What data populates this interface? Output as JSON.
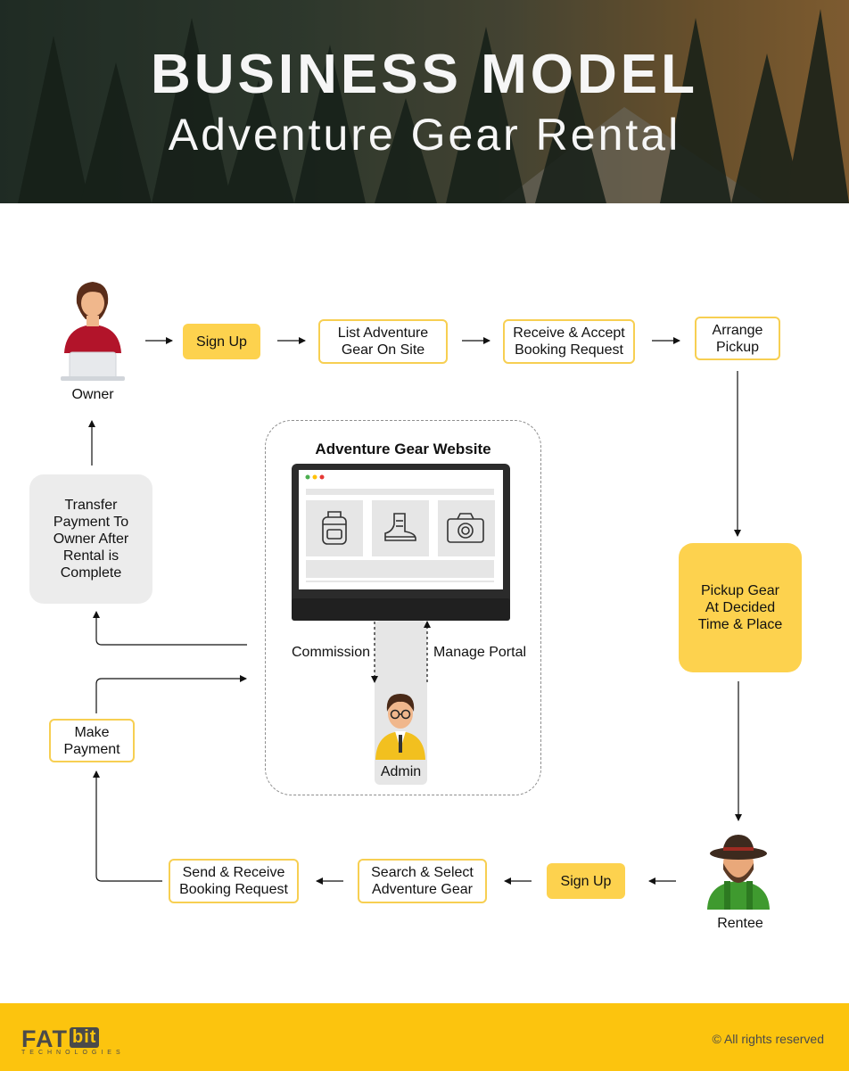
{
  "header": {
    "title": "BUSINESS MODEL",
    "subtitle": "Adventure Gear Rental"
  },
  "owner_flow": {
    "actor": "Owner",
    "steps": [
      "Sign Up",
      "List Adventure Gear On Site",
      "Receive & Accept Booking Request",
      "Arrange Pickup"
    ]
  },
  "right_flow": {
    "pickup": "Pickup Gear At Decided Time & Place",
    "actor": "Rentee"
  },
  "rentee_flow": {
    "steps": [
      "Sign Up",
      "Search & Select Adventure Gear",
      "Send & Receive Booking Request"
    ]
  },
  "left_flow": {
    "make_payment": "Make Payment",
    "transfer_payment": "Transfer Payment To Owner After Rental is Complete"
  },
  "center": {
    "title": "Adventure Gear Website",
    "commission": "Commission",
    "manage_portal": "Manage Portal",
    "admin": "Admin",
    "icons": [
      "backpack-icon",
      "boot-icon",
      "camera-icon"
    ]
  },
  "footer": {
    "logo_main": "FAT",
    "logo_accent": "bit",
    "logo_sub": "TECHNOLOGIES",
    "copyright": "©  All rights reserved"
  },
  "colors": {
    "accent": "#fdd24e",
    "outline": "#f7cf52",
    "footer": "#fcc40e",
    "grey_box": "#ececec"
  }
}
